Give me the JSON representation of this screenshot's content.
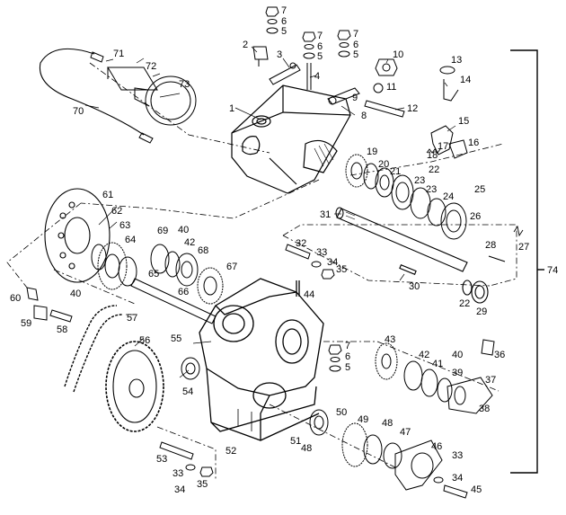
{
  "diagram": {
    "callouts": [
      {
        "id": "c1",
        "label": "1"
      },
      {
        "id": "c2",
        "label": "2"
      },
      {
        "id": "c3",
        "label": "3"
      },
      {
        "id": "c4",
        "label": "4"
      },
      {
        "id": "c5a",
        "label": "5"
      },
      {
        "id": "c6a",
        "label": "6"
      },
      {
        "id": "c7a",
        "label": "7"
      },
      {
        "id": "c5b",
        "label": "5"
      },
      {
        "id": "c6b",
        "label": "6"
      },
      {
        "id": "c7b",
        "label": "7"
      },
      {
        "id": "c5c",
        "label": "5"
      },
      {
        "id": "c6c",
        "label": "6"
      },
      {
        "id": "c7c",
        "label": "7"
      },
      {
        "id": "c8",
        "label": "8"
      },
      {
        "id": "c9",
        "label": "9"
      },
      {
        "id": "c10",
        "label": "10"
      },
      {
        "id": "c11",
        "label": "11"
      },
      {
        "id": "c12",
        "label": "12"
      },
      {
        "id": "c13",
        "label": "13"
      },
      {
        "id": "c14",
        "label": "14"
      },
      {
        "id": "c15",
        "label": "15"
      },
      {
        "id": "c16",
        "label": "16"
      },
      {
        "id": "c17",
        "label": "17"
      },
      {
        "id": "c18",
        "label": "18"
      },
      {
        "id": "c19",
        "label": "19"
      },
      {
        "id": "c20",
        "label": "20"
      },
      {
        "id": "c21",
        "label": "21"
      },
      {
        "id": "c22a",
        "label": "22"
      },
      {
        "id": "c23a",
        "label": "23"
      },
      {
        "id": "c23b",
        "label": "23"
      },
      {
        "id": "c24",
        "label": "24"
      },
      {
        "id": "c25",
        "label": "25"
      },
      {
        "id": "c26",
        "label": "26"
      },
      {
        "id": "c27",
        "label": "27"
      },
      {
        "id": "c28",
        "label": "28"
      },
      {
        "id": "c29",
        "label": "29"
      },
      {
        "id": "c22b",
        "label": "22"
      },
      {
        "id": "c30",
        "label": "30"
      },
      {
        "id": "c31",
        "label": "31"
      },
      {
        "id": "c32",
        "label": "32"
      },
      {
        "id": "c33a",
        "label": "33"
      },
      {
        "id": "c34a",
        "label": "34"
      },
      {
        "id": "c35a",
        "label": "35"
      },
      {
        "id": "c36",
        "label": "36"
      },
      {
        "id": "c37",
        "label": "37"
      },
      {
        "id": "c38",
        "label": "38"
      },
      {
        "id": "c39",
        "label": "39"
      },
      {
        "id": "c40a",
        "label": "40"
      },
      {
        "id": "c41",
        "label": "41"
      },
      {
        "id": "c42a",
        "label": "42"
      },
      {
        "id": "c43",
        "label": "43"
      },
      {
        "id": "c44",
        "label": "44"
      },
      {
        "id": "c45",
        "label": "45"
      },
      {
        "id": "c46",
        "label": "46"
      },
      {
        "id": "c47",
        "label": "47"
      },
      {
        "id": "c48a",
        "label": "48"
      },
      {
        "id": "c49",
        "label": "49"
      },
      {
        "id": "c50",
        "label": "50"
      },
      {
        "id": "c51",
        "label": "51"
      },
      {
        "id": "c48b",
        "label": "48"
      },
      {
        "id": "c52",
        "label": "52"
      },
      {
        "id": "c53",
        "label": "53"
      },
      {
        "id": "c33b",
        "label": "33"
      },
      {
        "id": "c34b",
        "label": "34"
      },
      {
        "id": "c35b",
        "label": "35"
      },
      {
        "id": "c33c",
        "label": "33"
      },
      {
        "id": "c34c",
        "label": "34"
      },
      {
        "id": "c54",
        "label": "54"
      },
      {
        "id": "c55",
        "label": "55"
      },
      {
        "id": "c56",
        "label": "56"
      },
      {
        "id": "c57",
        "label": "57"
      },
      {
        "id": "c58",
        "label": "58"
      },
      {
        "id": "c59",
        "label": "59"
      },
      {
        "id": "c60",
        "label": "60"
      },
      {
        "id": "c61",
        "label": "61"
      },
      {
        "id": "c62",
        "label": "62"
      },
      {
        "id": "c63",
        "label": "63"
      },
      {
        "id": "c64",
        "label": "64"
      },
      {
        "id": "c65",
        "label": "65"
      },
      {
        "id": "c66",
        "label": "66"
      },
      {
        "id": "c67",
        "label": "67"
      },
      {
        "id": "c68",
        "label": "68"
      },
      {
        "id": "c42b",
        "label": "42"
      },
      {
        "id": "c40b",
        "label": "40"
      },
      {
        "id": "c69",
        "label": "69"
      },
      {
        "id": "c40c",
        "label": "40"
      },
      {
        "id": "c70",
        "label": "70"
      },
      {
        "id": "c71",
        "label": "71"
      },
      {
        "id": "c72",
        "label": "72"
      },
      {
        "id": "c73",
        "label": "73"
      },
      {
        "id": "c74",
        "label": "74"
      },
      {
        "id": "c5d",
        "label": "5"
      },
      {
        "id": "c6d",
        "label": "6"
      },
      {
        "id": "c7d",
        "label": "7"
      }
    ]
  }
}
